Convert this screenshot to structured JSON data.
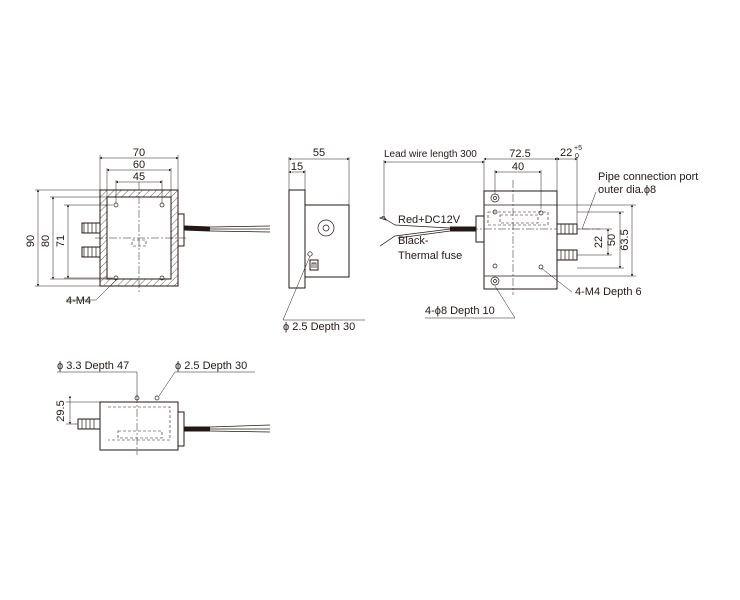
{
  "labels": {
    "front_width_outer": "70",
    "front_width_mid": "60",
    "front_width_inner": "45",
    "front_height_outer": "90",
    "front_height_mid": "80",
    "front_height_inner": "71",
    "front_holes": "4-M4",
    "side_width_outer": "55",
    "side_width_inner": "15",
    "side_hole": "ϕ 2.5 Depth 30",
    "lead_wire_length": "Lead wire length 300",
    "back_width_outer": "72.5",
    "back_width_inner": "40",
    "back_port_offset": "22",
    "back_port_offset_tol": "+5",
    "back_port_offset_tol_low": "0",
    "pipe_port_line1": "Pipe connection port",
    "pipe_port_line2": "outer dia.ϕ8",
    "wire_red": "Red+DC12V",
    "wire_black": "Black-",
    "thermal_fuse": "Thermal fuse",
    "back_h_inner": "22",
    "back_h_mid": "50",
    "back_h_outer": "63.5",
    "back_holes": "4-M4 Depth 6",
    "back_bore": "4-ϕ8 Depth 10",
    "bottom_hole_1": "ϕ 3.3 Depth 47",
    "bottom_hole_2": "ϕ 2.5 Depth 30",
    "bottom_height": "29.5"
  }
}
